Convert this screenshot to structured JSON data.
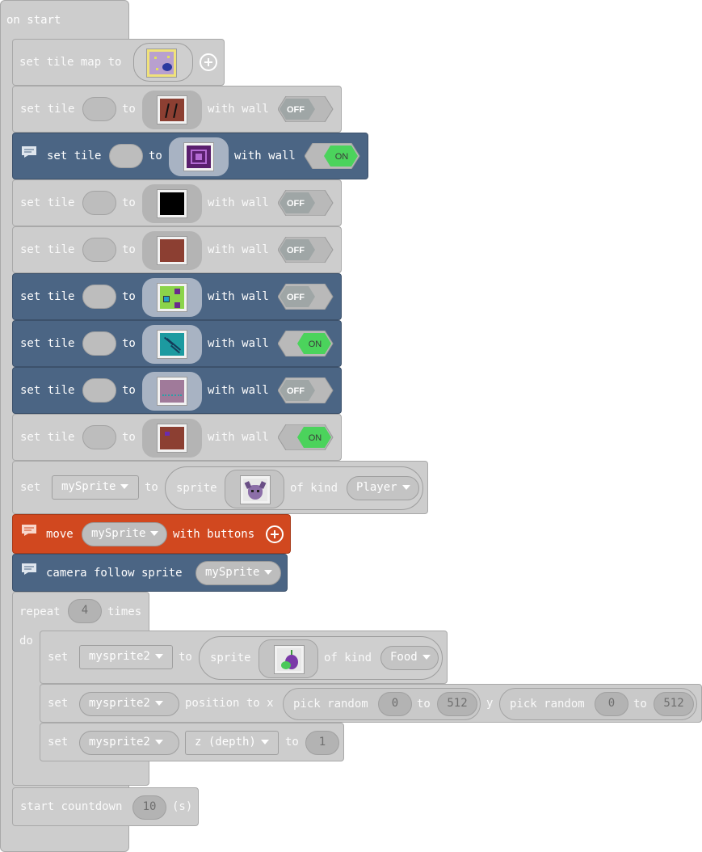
{
  "on_start": {
    "label": "on start"
  },
  "tilemap_row": {
    "set_label": "set tile map to"
  },
  "tile_rows": [
    {
      "set": "set tile",
      "to": "to",
      "with_wall": "with wall",
      "wall": "OFF"
    },
    {
      "set": "set tile",
      "to": "to",
      "with_wall": "with wall",
      "wall": "ON"
    },
    {
      "set": "set tile",
      "to": "to",
      "with_wall": "with wall",
      "wall": "OFF"
    },
    {
      "set": "set tile",
      "to": "to",
      "with_wall": "with wall",
      "wall": "OFF"
    },
    {
      "set": "set tile",
      "to": "to",
      "with_wall": "with wall",
      "wall": "OFF"
    },
    {
      "set": "set tile",
      "to": "to",
      "with_wall": "with wall",
      "wall": "ON"
    },
    {
      "set": "set tile",
      "to": "to",
      "with_wall": "with wall",
      "wall": "OFF"
    },
    {
      "set": "set tile",
      "to": "to",
      "with_wall": "with wall",
      "wall": "ON"
    }
  ],
  "set_sprite": {
    "set": "set",
    "var": "mySprite",
    "to": "to",
    "sprite": "sprite",
    "of_kind": "of kind",
    "kind": "Player"
  },
  "move": {
    "label": "move",
    "var": "mySprite",
    "with_buttons": "with buttons"
  },
  "camera": {
    "label": "camera follow sprite",
    "var": "mySprite"
  },
  "repeat": {
    "label": "repeat",
    "count": "4",
    "times": "times",
    "do": "do"
  },
  "set_sprite2": {
    "set": "set",
    "var": "mysprite2",
    "to": "to",
    "sprite": "sprite",
    "of_kind": "of kind",
    "kind": "Food"
  },
  "set_position": {
    "set": "set",
    "var": "mysprite2",
    "position_to_x": "position to x",
    "pick_random_1": "pick random",
    "min1": "0",
    "to1": "to",
    "max1": "512",
    "y": "y",
    "pick_random_2": "pick random",
    "min2": "0",
    "to2": "to",
    "max2": "512"
  },
  "set_depth": {
    "set": "set",
    "var": "mysprite2",
    "prop": "z (depth)",
    "to": "to",
    "value": "1"
  },
  "countdown": {
    "label": "start countdown",
    "value": "10",
    "unit": "(s)"
  },
  "colors": {
    "block_disabled": "#cdcdcd",
    "block_scene_blue": "#4b6584",
    "block_controller_orange": "#d1481f",
    "toggle_on_green": "#4bd35c"
  }
}
